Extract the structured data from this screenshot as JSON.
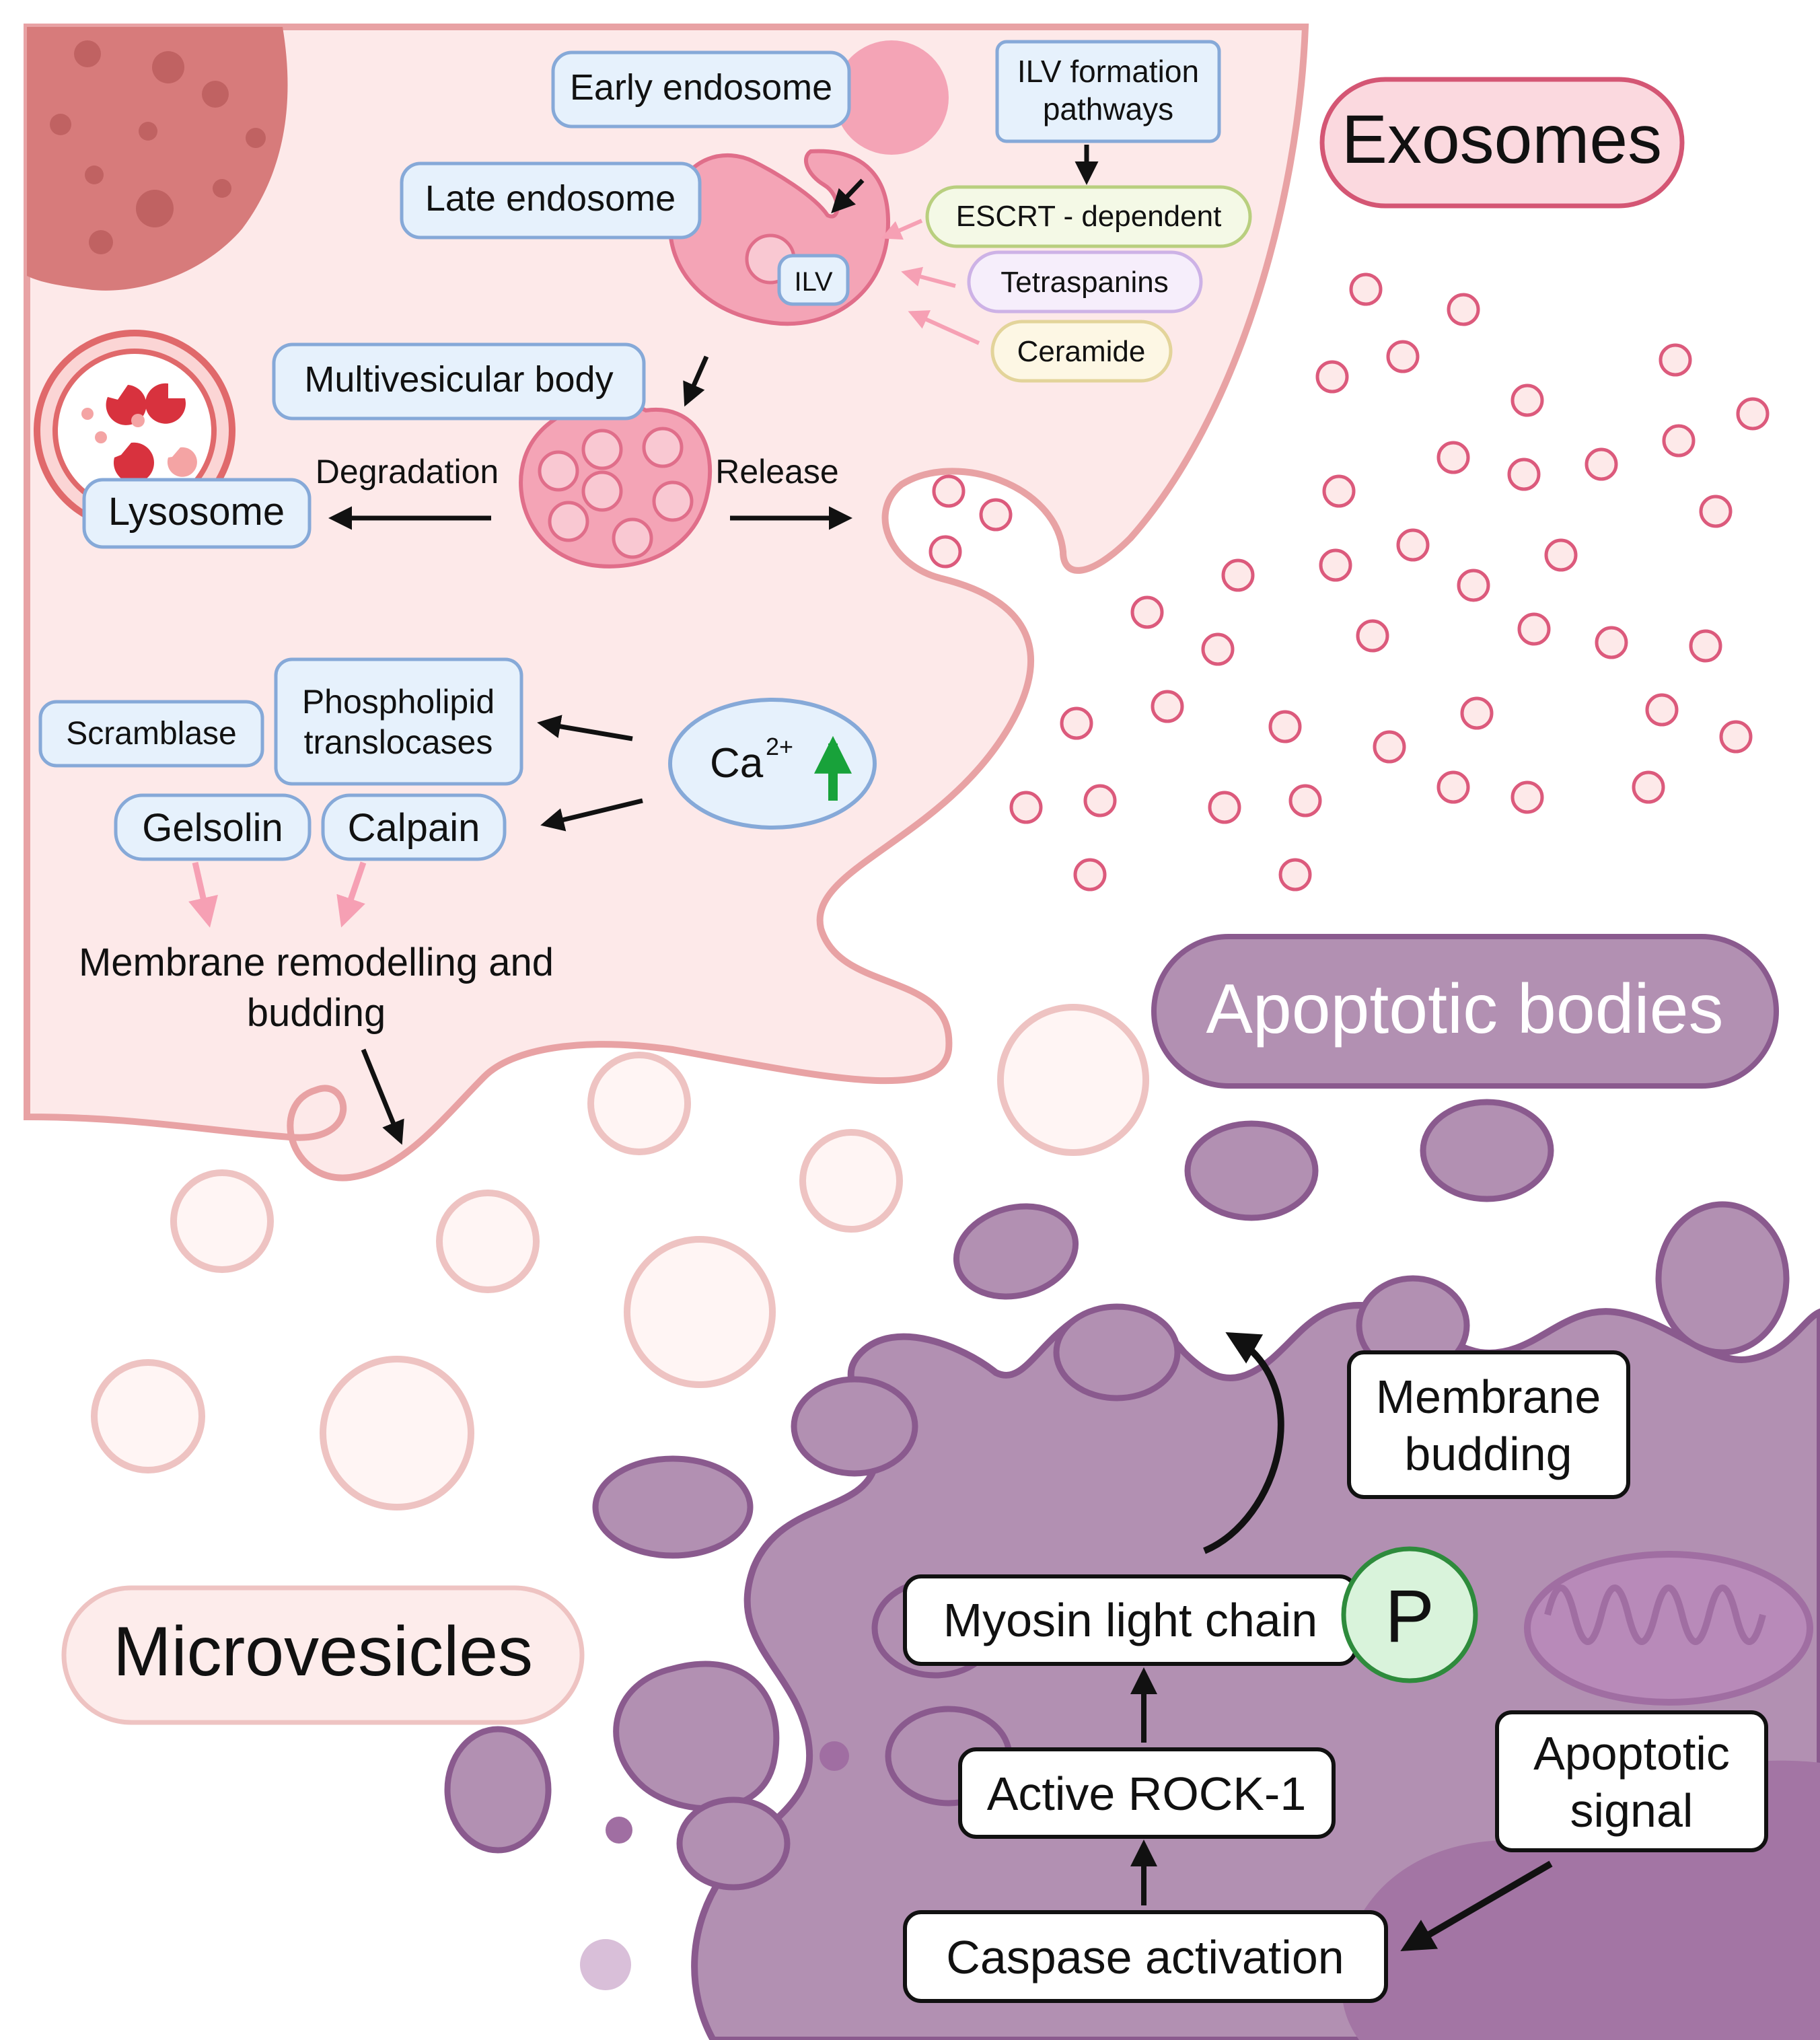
{
  "colors": {
    "cell_fill": "#fde9e9",
    "cell_edge": "#e8a2a4",
    "endosome": "#f4a4b6",
    "endosome_edge": "#e06e8a",
    "exosome_edge": "#dc5a7c",
    "box_fill": "#e6f1fc",
    "box_edge": "#86a9d8",
    "apoptotic_cell": "#b290b2",
    "apoptotic_edge": "#8a5a8e",
    "apoptotic_dark": "#a375a4",
    "microvesicle_edge": "#eec3c2",
    "title_exo_fill": "#fbd9df",
    "title_exo_edge": "#d45674",
    "phospho_fill": "#d9f3db",
    "phospho_edge": "#2e8b3c",
    "green_arrow": "#18a23a",
    "pink_arrow": "#f6a0b4"
  },
  "exosomes_section": {
    "title": "Exosomes",
    "early_endosome": "Early endosome",
    "late_endosome": "Late endosome",
    "ilv": "ILV",
    "multivesicular_body": "Multivesicular body",
    "lysosome": "Lysosome",
    "degradation": "Degradation",
    "release": "Release",
    "ilv_pathways_title_line1": "ILV formation",
    "ilv_pathways_title_line2": "pathways",
    "pathways": [
      "ESCRT - dependent",
      "Tetraspanins",
      "Ceramide"
    ]
  },
  "microvesicles_section": {
    "title": "Microvesicles",
    "scramblase": "Scramblase",
    "phospholipid_line1": "Phospholipid",
    "phospholipid_line2": "translocases",
    "gelsolin": "Gelsolin",
    "calpain": "Calpain",
    "calcium_base": "Ca",
    "calcium_sup": "2+",
    "remodelling_line1": "Membrane remodelling and",
    "remodelling_line2": "budding"
  },
  "apoptotic_section": {
    "title": "Apoptotic bodies",
    "membrane_budding_line1": "Membrane",
    "membrane_budding_line2": "budding",
    "myosin": "Myosin light chain",
    "phospho": "P",
    "rock": "Active ROCK-1",
    "caspase": "Caspase activation",
    "signal_line1": "Apoptotic",
    "signal_line2": "signal"
  },
  "icons": [
    "down-arrow-icon",
    "right-arrow-icon",
    "left-arrow-icon",
    "up-arrow-icon",
    "green-up-arrow-icon",
    "curved-arrow-icon"
  ]
}
